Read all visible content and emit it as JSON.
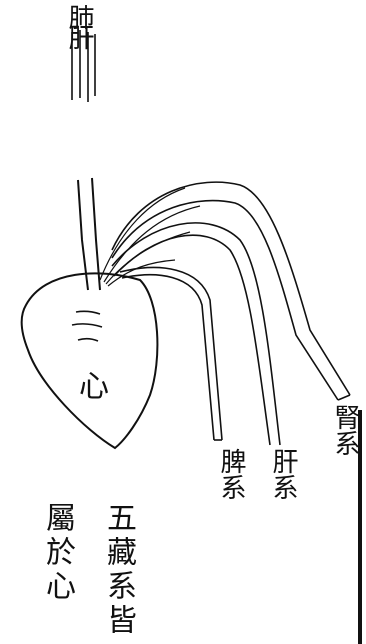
{
  "labels": {
    "top_vessels": "肺肝",
    "heart": "心",
    "vessel_spleen": "脾系",
    "vessel_liver": "肝系",
    "vessel_kidney": "腎系",
    "caption_col1": "五藏系皆",
    "caption_col2": "屬於心"
  },
  "colors": {
    "ink": "#111111",
    "paper": "#ffffff"
  }
}
